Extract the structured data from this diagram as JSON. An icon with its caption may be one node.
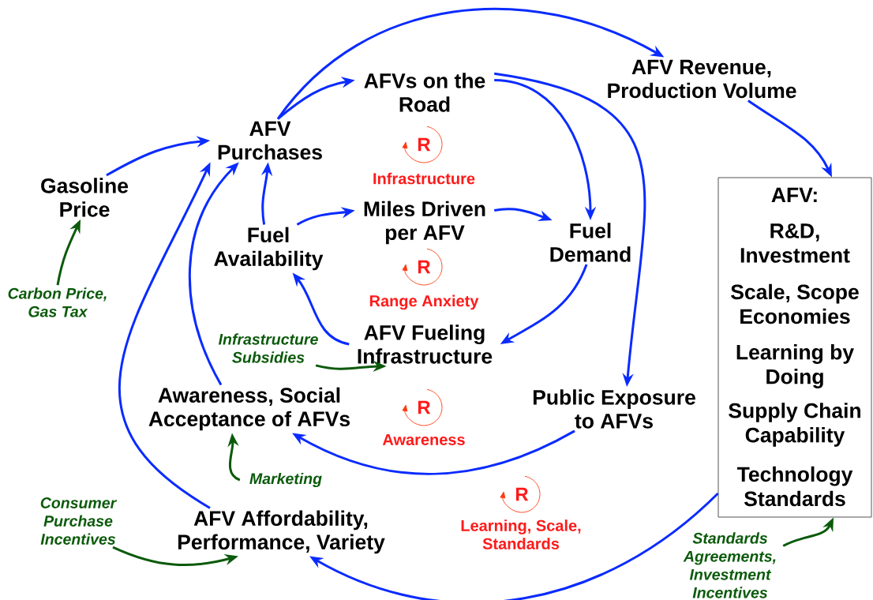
{
  "diagram": {
    "nodes": [
      {
        "text": [
          "AFVs on the Road"
        ]
      },
      {
        "text": [
          "AFV Revenue, Production Volume"
        ]
      },
      {
        "text": [
          "AFV Purchases"
        ]
      },
      {
        "text": [
          "Gasoline Price"
        ]
      },
      {
        "text": [
          "Miles Driven per AFV"
        ]
      },
      {
        "text": [
          "Fuel Availability"
        ]
      },
      {
        "text": [
          "Fuel Demand"
        ]
      },
      {
        "text": [
          "AFV:",
          "R&D, Investment",
          "Scale, Scope Economies",
          "Learning by Doing",
          "Supply Chain Capability",
          "Technology Standards"
        ]
      },
      {
        "text": [
          "AFV Fueling Infrastructure"
        ]
      },
      {
        "text": [
          "Awareness, Social Acceptance of AFVs"
        ]
      },
      {
        "text": [
          "Public Exposure to AFVs"
        ]
      },
      {
        "text": [
          "AFV Affordability, Performance, Variety"
        ]
      },
      {
        "text": [
          "Carbon Price, Gas Tax"
        ]
      },
      {
        "text": [
          "Infrastructure Subsidies"
        ]
      },
      {
        "text": [
          "Marketing"
        ]
      },
      {
        "text": [
          "Consumer Purchase Incentives"
        ]
      },
      {
        "text": [
          "Standards Agreements, Investment Incentives"
        ]
      }
    ],
    "edges": [
      {
        "from": 2,
        "to": 0,
        "arrow": "to"
      },
      {
        "from": 2,
        "to": 1,
        "arrow": "to"
      },
      {
        "from": 1,
        "to": 7,
        "arrow": "to"
      },
      {
        "from": 0,
        "to": 6,
        "arrow": "to"
      },
      {
        "from": 0,
        "to": 10,
        "arrow": "to"
      },
      {
        "from": 4,
        "to": 6,
        "arrow": "to"
      },
      {
        "from": 5,
        "to": 4,
        "arrow": "to"
      },
      {
        "from": 5,
        "to": 2,
        "arrow": "to"
      },
      {
        "from": 6,
        "to": 8,
        "arrow": "to"
      },
      {
        "from": 8,
        "to": 5,
        "arrow": "to"
      },
      {
        "from": 3,
        "to": 2,
        "arrow": "to"
      },
      {
        "from": 9,
        "to": 2,
        "arrow": "to"
      },
      {
        "from": 11,
        "to": 2,
        "arrow": "to"
      },
      {
        "from": 10,
        "to": 9,
        "arrow": "to"
      },
      {
        "from": 7,
        "to": 11,
        "arrow": "to"
      },
      {
        "from": 12,
        "to": 3,
        "arrow": "to",
        "color": "#0b5a0b"
      },
      {
        "from": 13,
        "to": 8,
        "arrow": "to",
        "color": "#0b5a0b"
      },
      {
        "from": 14,
        "to": 9,
        "arrow": "to",
        "color": "#0b5a0b"
      },
      {
        "from": 15,
        "to": 11,
        "arrow": "to",
        "color": "#0b5a0b"
      },
      {
        "from": 16,
        "to": 7,
        "arrow": "to",
        "color": "#0b5a0b"
      }
    ],
    "labels": [
      "R",
      "Infrastructure",
      "R",
      "Range Anxiety",
      "R",
      "Awareness",
      "R",
      "Learning, Scale, Standards"
    ]
  }
}
